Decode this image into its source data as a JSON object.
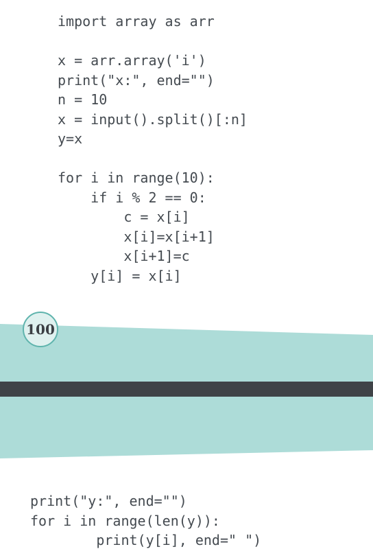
{
  "code_top": [
    "import array as arr",
    "",
    "x = arr.array('i')",
    "print(\"x:\", end=\"\")",
    "n = 10",
    "x = input().split()[:n]",
    "y=x",
    "",
    "for i in range(10):",
    "    if i % 2 == 0:",
    "        c = x[i]",
    "        x[i]=x[i+1]",
    "        x[i+1]=c",
    "    y[i] = x[i]"
  ],
  "page_number": "100",
  "code_bottom": [
    "print(\"y:\", end=\"\")",
    "for i in range(len(y)):",
    "        print(y[i], end=\" \")"
  ],
  "colors": {
    "band_teal": "#addcd8",
    "band_dark": "#3f4347",
    "badge_border": "#5fb4ad",
    "badge_fill": "#dff1ef",
    "code_text": "#444a50"
  }
}
